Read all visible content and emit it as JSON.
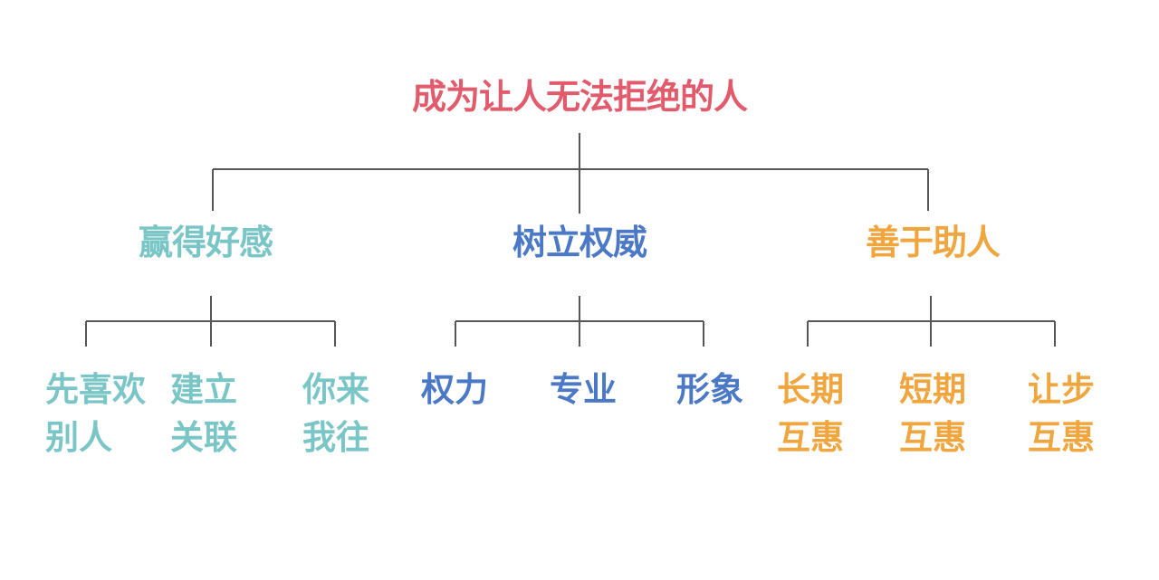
{
  "canvas": {
    "background": "#ffffff",
    "line_color": "#57575a"
  },
  "diagram": {
    "title": {
      "text": "成为让人无法拒绝的人",
      "color": "#e25b6c"
    },
    "branches": [
      {
        "label": "赢得好感",
        "color": "#7ac6c6",
        "children": [
          {
            "text": "先喜欢\n别人"
          },
          {
            "text": "建立\n关联"
          },
          {
            "text": "你来\n我往"
          }
        ]
      },
      {
        "label": "树立权威",
        "color": "#4b79c6",
        "children": [
          {
            "text": "权力"
          },
          {
            "text": "专业"
          },
          {
            "text": "形象"
          }
        ]
      },
      {
        "label": "善于助人",
        "color": "#f0a63f",
        "children": [
          {
            "text": "长期\n互惠"
          },
          {
            "text": "短期\n互惠"
          },
          {
            "text": "让步\n互惠"
          }
        ]
      }
    ]
  }
}
